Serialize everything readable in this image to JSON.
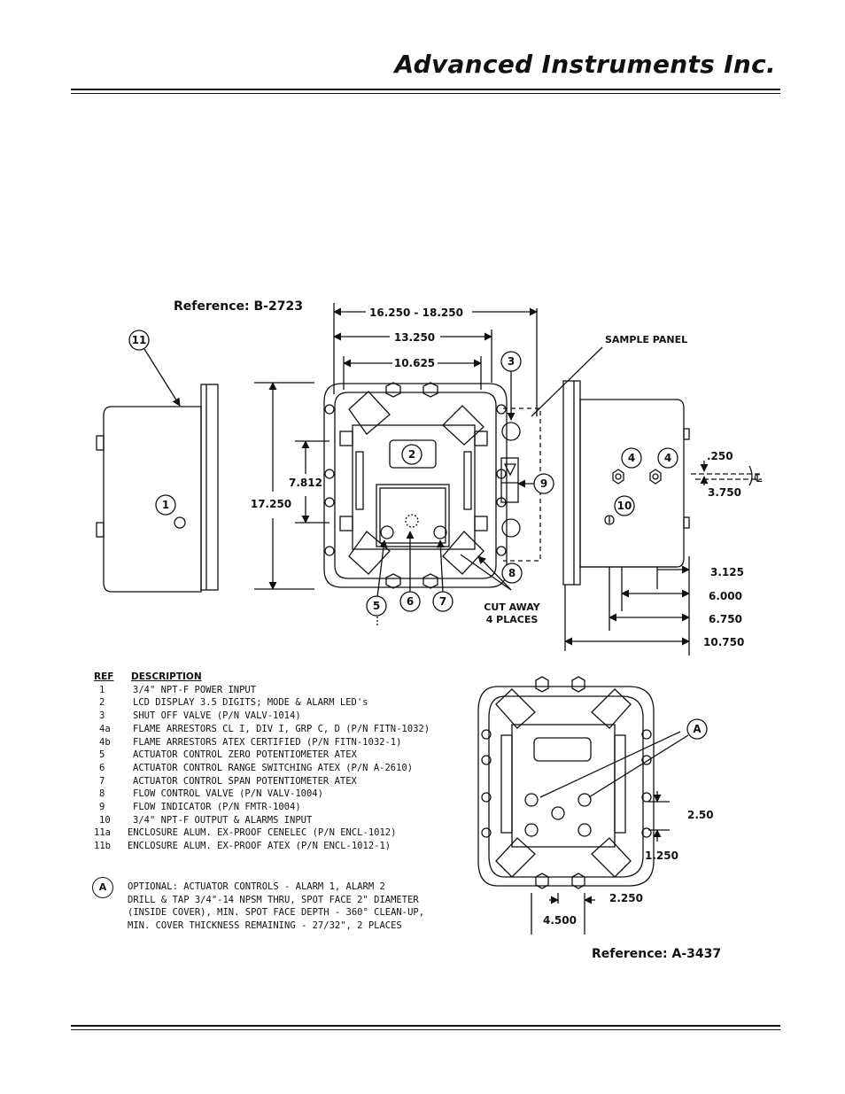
{
  "header": {
    "company": "Advanced Instruments Inc."
  },
  "reference_top": "Reference:  B-2723",
  "reference_bottom": "Reference:  A-3437",
  "labels": {
    "sample_panel": "SAMPLE PANEL",
    "cut_away_1": "CUT AWAY",
    "cut_away_2": "4 PLACES",
    "centerline": "℄"
  },
  "dimensions": {
    "d1": "16.250 - 18.250",
    "d2": "13.250",
    "d3": "10.625",
    "d4": "7.812",
    "d5": "17.250",
    "d6": ".250",
    "d7": "3.750",
    "d8": "3.125",
    "d9": "6.000",
    "d10": "6.750",
    "d11": "10.750",
    "d12": "2.50",
    "d13": "1.250",
    "d14": "2.250",
    "d15": "4.500"
  },
  "callouts": {
    "c1": "1",
    "c2": "2",
    "c3": "3",
    "c4a": "4",
    "c4b": "4",
    "c5": "5",
    "c6": "6",
    "c7": "7",
    "c8": "8",
    "c9": "9",
    "c10": "10",
    "c11": "11",
    "cA": "A"
  },
  "description": {
    "header_ref": "REF",
    "header_desc": "DESCRIPTION",
    "rows": [
      {
        "ref": "1",
        "text": "3/4\" NPT-F POWER INPUT"
      },
      {
        "ref": "2",
        "text": "LCD DISPLAY 3.5 DIGITS; MODE & ALARM LED's"
      },
      {
        "ref": "3",
        "text": "SHUT OFF VALVE  (P/N VALV-1014)"
      },
      {
        "ref": "4a",
        "text": "FLAME ARRESTORS CL I, DIV I, GRP C, D  (P/N FITN-1032)"
      },
      {
        "ref": "4b",
        "text": "FLAME ARRESTORS ATEX CERTIFIED  (P/N FITN-1032-1)"
      },
      {
        "ref": "5",
        "text": "ACTUATOR CONTROL ZERO POTENTIOMETER ATEX"
      },
      {
        "ref": "6",
        "text": "ACTUATOR CONTROL RANGE SWITCHING ATEX  (P/N A-2610)"
      },
      {
        "ref": "7",
        "text": "ACTUATOR CONTROL SPAN POTENTIOMETER ATEX"
      },
      {
        "ref": "8",
        "text": "FLOW CONTROL VALVE  (P/N VALV-1004)"
      },
      {
        "ref": "9",
        "text": "FLOW INDICATOR  (P/N FMTR-1004)"
      },
      {
        "ref": "10",
        "text": "3/4\" NPT-F OUTPUT & ALARMS INPUT"
      },
      {
        "ref": "11a",
        "text": "ENCLOSURE ALUM. EX-PROOF CENELEC  (P/N ENCL-1012)"
      },
      {
        "ref": "11b",
        "text": "ENCLOSURE ALUM. EX-PROOF ATEX  (P/N ENCL-1012-1)"
      }
    ]
  },
  "note": {
    "badge": "A",
    "lines": [
      "OPTIONAL: ACTUATOR CONTROLS - ALARM 1, ALARM 2",
      "DRILL & TAP 3/4\"-14 NPSM THRU, SPOT FACE 2\" DIAMETER",
      "(INSIDE COVER), MIN. SPOT FACE DEPTH - 360° CLEAN-UP,",
      "MIN. COVER THICKNESS REMAINING - 27/32\", 2 PLACES"
    ]
  }
}
